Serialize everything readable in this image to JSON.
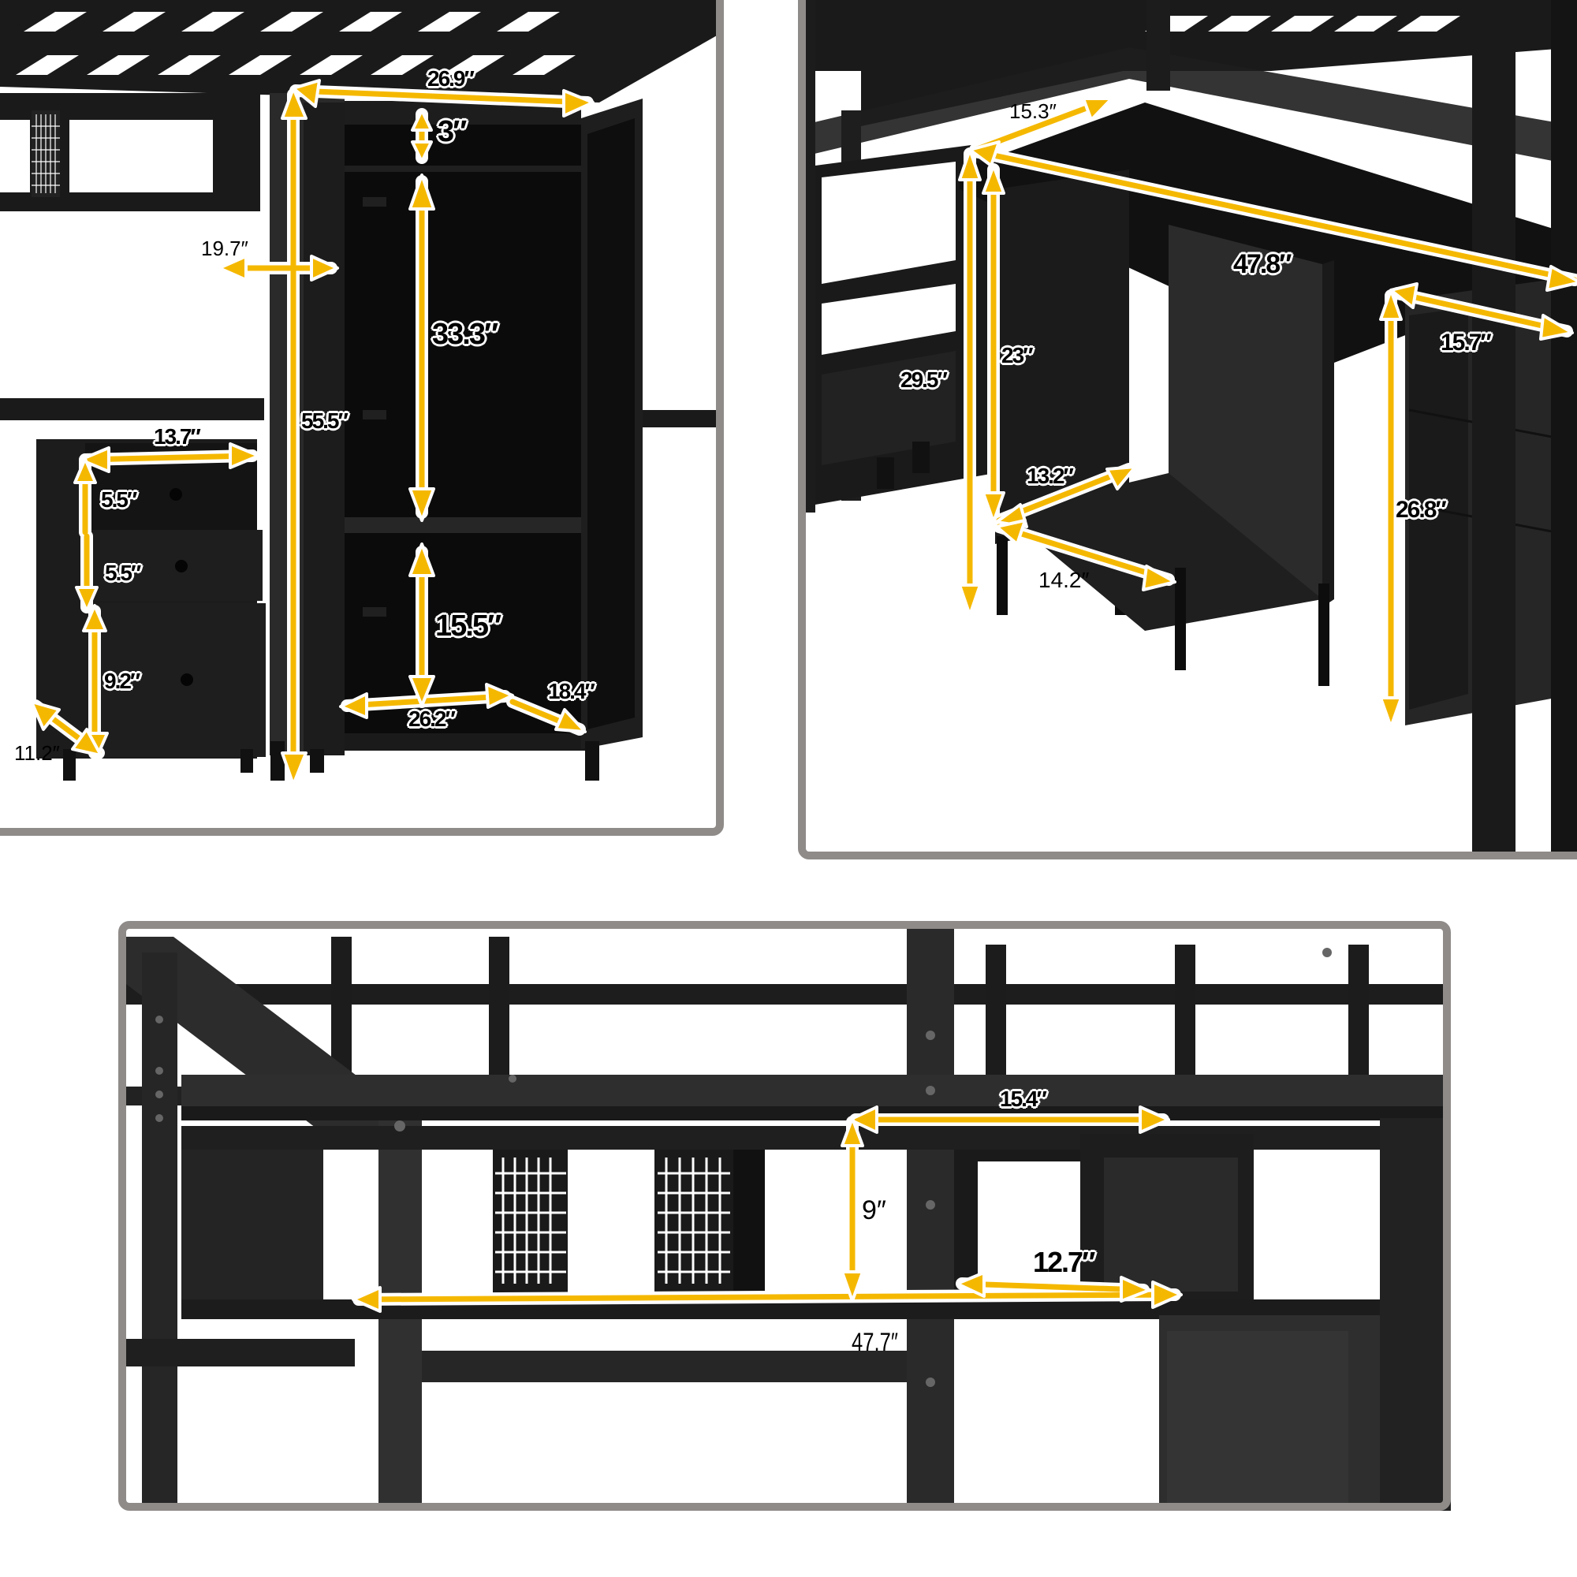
{
  "colors": {
    "arrow": "#f5b800",
    "arrow_outline": "#ffffff",
    "furniture": "#1a1a1a",
    "furniture_panel": "#2b2b2b",
    "frame_border": "#8f8b89",
    "background": "#ffffff",
    "label_text": "#000000"
  },
  "panels": [
    {
      "id": "wardrobe-drawers",
      "description": "Wardrobe and 3-drawer cabinet under loft bed",
      "dimensions": {
        "wardrobe_width": "26.9″",
        "top_shelf_gap": "3″",
        "hanging_height": "33.3″",
        "wardrobe_height": "55.5″",
        "side_depth": "19.7″",
        "lower_compartment": "15.5″",
        "inner_width": "26.2″",
        "inner_depth": "18.4″",
        "cabinet_width": "13.7″",
        "drawer1_height": "5.5″",
        "drawer2_height": "5.5″",
        "drawer3_height": "9.2″",
        "cabinet_depth": "11.2″"
      }
    },
    {
      "id": "desk-cabinet",
      "description": "Desk with shelving and side cabinet",
      "dimensions": {
        "desk_depth": "15.3″",
        "desk_length": "47.8″",
        "desk_height": "29.5″",
        "under_desk_height": "23″",
        "shelf_depth": "13.2″",
        "shelf_width": "14.2″",
        "cabinet_depth": "15.7″",
        "cabinet_height": "26.8″"
      }
    },
    {
      "id": "shelf-storage",
      "description": "Upper storage shelf with mesh panels",
      "dimensions": {
        "cube_width": "15.4″",
        "cube_height": "9″",
        "cube_depth": "12.7″",
        "shelf_length": "47.7″"
      }
    }
  ]
}
